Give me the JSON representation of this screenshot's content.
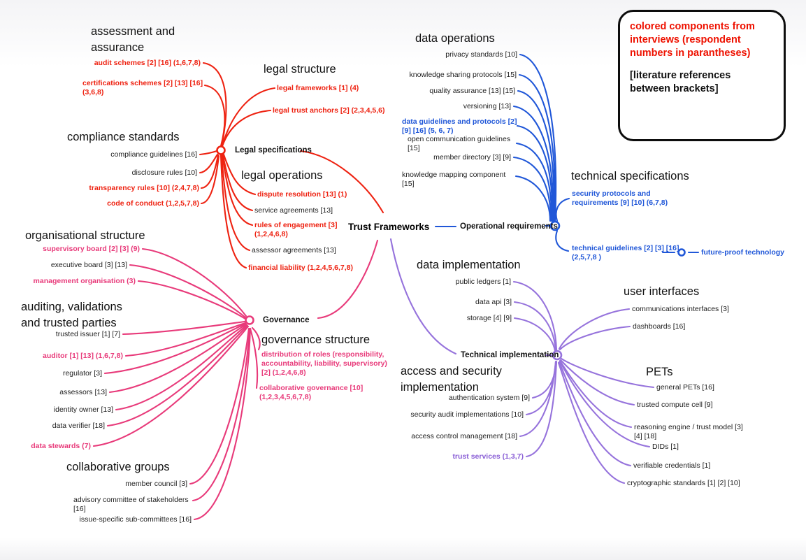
{
  "colors": {
    "legal": "#ee2211",
    "operational": "#2057d8",
    "governance": "#e83a7a",
    "technical": "#9673dc"
  },
  "legend": {
    "line1": "colored components from interviews (respondent numbers in parantheses)",
    "line2": "[literature references between brackets]"
  },
  "root": {
    "label": "Trust Frameworks"
  },
  "legal": {
    "node": "Legal specifications",
    "headings": {
      "assessment": "assessment and\nassurance",
      "compliance": "compliance standards",
      "structure": "legal structure",
      "operations": "legal operations"
    },
    "leaves": {
      "audit": "audit schemes [2] [16] (1,6,7,8)",
      "certifications": "certifications schemes [2] [13] [16]\n(3,6,8)",
      "compliance_guidelines": "compliance guidelines [16]",
      "disclosure": "disclosure rules [10]",
      "transparency": "transparency rules [10] (2,4,7,8)",
      "conduct": "code of conduct (1,2,5,7,8)",
      "frameworks": "legal frameworks [1] (4)",
      "anchors": "legal trust anchors [2] (2,3,4,5,6)",
      "dispute": "dispute resolution [13] (1)",
      "service": "service agreements [13]",
      "engagement": "rules of engagement [3]\n(1,2,4,6,8)",
      "assessor_agreements": "assessor agreements [13]",
      "liability": "financial liability (1,2,4,5,6,7,8)"
    }
  },
  "operational": {
    "node": "Operational requirements",
    "headings": {
      "data_ops": "data operations",
      "tech_specs": "technical specifications"
    },
    "leaves": {
      "privacy": "privacy standards [10]",
      "sharing": "knowledge sharing protocols [15]",
      "qa": "quality assurance [13] [15]",
      "versioning": "versioning [13]",
      "guidelines": "data guidelines and protocols [2]\n[9] [16]  (5, 6, 7)",
      "open_comm": "open communication guidelines\n[15]",
      "directory": "member directory [3] [9]",
      "mapping": "knowledge mapping component\n[15]",
      "security_protocols": "security protocols and\nrequirements [9] [10] (6,7,8)",
      "tech_guidelines": "technical guidelines [2] [3] [16]\n(2,5,7,8 )",
      "future_proof": "future-proof technology"
    }
  },
  "governance": {
    "node": "Governance",
    "headings": {
      "org": "organisational structure",
      "auditing": "auditing, validations\nand trusted parties",
      "collab_groups": "collaborative groups",
      "gov_structure": "governance structure"
    },
    "leaves": {
      "supervisory": "supervisory board [2] [3] (9)",
      "executive": "executive board [3] [13]",
      "management": "management organisation (3)",
      "trusted_issuer": "trusted issuer [1] [7]",
      "auditor": "auditor [1] [13] (1,6,7,8)",
      "regulator": "regulator [3]",
      "assessors": "assessors [13]",
      "identity_owner": "identity owner [13]",
      "data_verifier": "data verifier [18]",
      "data_stewards": "data stewards (7)",
      "member_council": "member council [3]",
      "advisory": "advisory committee of stakeholders\n[16]",
      "issue_specific": "issue-specific sub-committees [16]",
      "distribution": "distribution of roles (responsibility,\naccountability, liability, supervisory)\n[2] (1,2,4,6,8)",
      "collab_gov": "collaborative governance [10]\n(1,2,3,4,5,6,7,8)"
    }
  },
  "technical": {
    "node": "Technical implementation",
    "headings": {
      "data_impl": "data implementation",
      "access": "access and security\nimplementation",
      "ui": "user interfaces",
      "pets": "PETs"
    },
    "leaves": {
      "ledgers": "public ledgers [1]",
      "api": "data api [3]",
      "storage": "storage [4] [9]",
      "auth": "authentication system [9]",
      "sec_audit": "security audit implementations [10]",
      "access_control": "access control management [18]",
      "trust_services": "trust services (1,3,7)",
      "comms": "communications interfaces [3]",
      "dashboards": "dashboards [16]",
      "general_pets": "general PETs [16]",
      "compute_cell": "trusted compute cell [9]",
      "reasoning": "reasoning engine / trust model [3]\n[4] [18]",
      "dids": "DIDs [1]",
      "credentials": "verifiable credentials [1]",
      "crypto": "cryptographic standards [1] [2] [10]"
    }
  }
}
